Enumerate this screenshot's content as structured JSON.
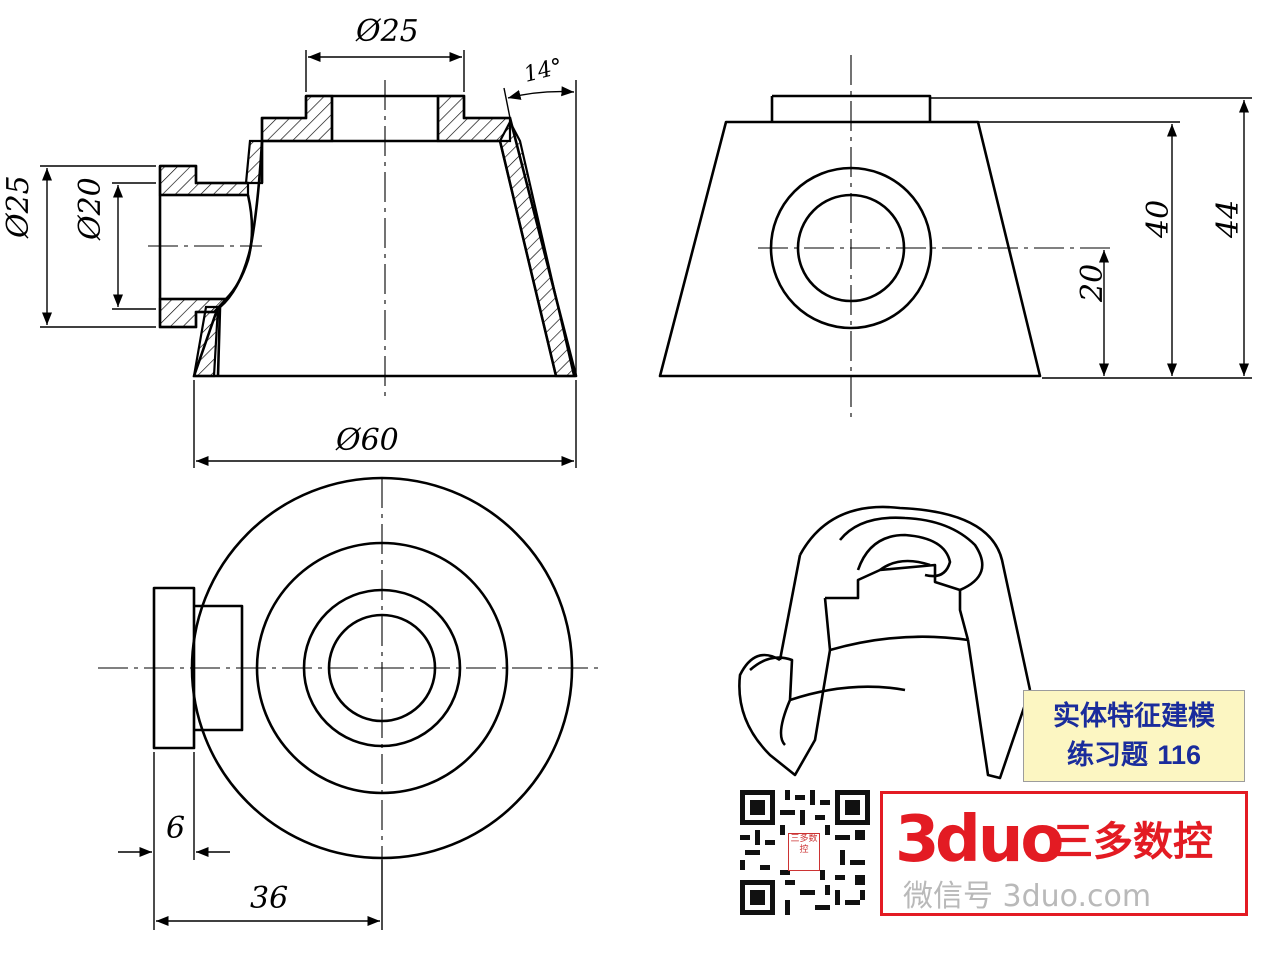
{
  "dimensions": {
    "top_bore": "Ø25",
    "taper_angle": "14°",
    "boss_outer": "Ø25",
    "boss_inner": "Ø20",
    "base_diameter": "Ø60",
    "boss_height": "20",
    "body_height": "40",
    "overall_height": "44",
    "flange_thickness": "6",
    "boss_offset": "36"
  },
  "title_box": {
    "line1": "实体特征建模",
    "line2_prefix": "练习题 ",
    "line2_number": "116"
  },
  "logo": {
    "brand_digit": "3",
    "brand_word": "duo",
    "brand_cn": "三多数控",
    "subline": "微信号 3duo.com"
  },
  "qr": {
    "center_label": "三多数控"
  },
  "colors": {
    "title_bg": "#fcf6c2",
    "title_text": "#1a2c9c",
    "brand_red": "#e31b23"
  }
}
